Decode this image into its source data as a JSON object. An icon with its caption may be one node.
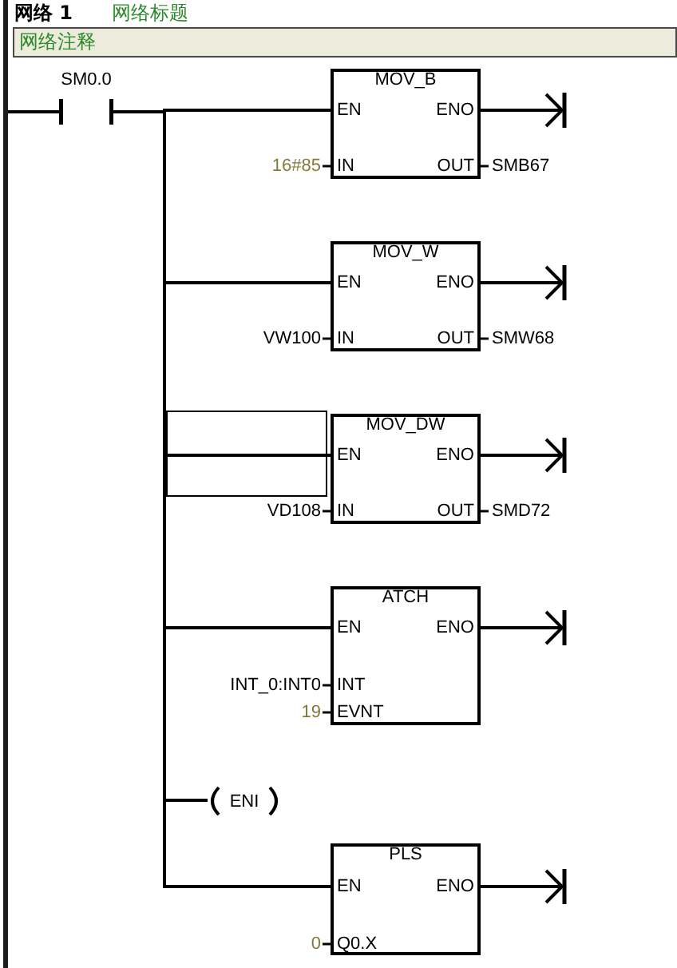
{
  "diagram": {
    "title": "网络 1",
    "nodes": [
      {
        "text": [
          "网络注释"
        ]
      },
      {
        "text": [],
        "shape": "bar"
      },
      {
        "text": [
          "SM0.0"
        ]
      },
      {
        "text": [
          "MOV_B",
          "EN",
          "ENO",
          "IN",
          "OUT"
        ],
        "beside": [
          "16#85",
          "SMB67"
        ]
      },
      {
        "text": [
          "MOV_W",
          "EN",
          "ENO",
          "IN",
          "OUT"
        ],
        "beside": [
          "VW100",
          "SMW68"
        ]
      },
      {
        "text": [
          "MOV_DW",
          "EN",
          "ENO",
          "IN",
          "OUT"
        ],
        "beside": [
          "VD108",
          "SMD72"
        ]
      },
      {
        "text": [
          "ATCH",
          "EN",
          "ENO",
          "INT",
          "EVNT"
        ],
        "beside": [
          "INT_0:INT0",
          "19"
        ]
      },
      {
        "text": [
          "ENI"
        ]
      },
      {
        "text": [
          "PLS",
          "EN",
          "ENO",
          "Q0.X"
        ],
        "beside": [
          "0"
        ]
      }
    ],
    "edges": [
      {
        "from": 1,
        "to": 2,
        "arrow": "none"
      },
      {
        "from": 2,
        "to": 3,
        "arrow": "none"
      },
      {
        "from": 2,
        "to": 4,
        "arrow": "none"
      },
      {
        "from": 2,
        "to": 5,
        "arrow": "none"
      },
      {
        "from": 2,
        "to": 6,
        "arrow": "none"
      },
      {
        "from": 2,
        "to": 7,
        "arrow": "none"
      },
      {
        "from": 2,
        "to": 8,
        "arrow": "none"
      },
      {
        "from": 3,
        "to": null,
        "arrow": "to"
      },
      {
        "from": 4,
        "to": null,
        "arrow": "to"
      },
      {
        "from": 5,
        "to": null,
        "arrow": "to"
      },
      {
        "from": 6,
        "to": null,
        "arrow": "to"
      },
      {
        "from": 8,
        "to": null,
        "arrow": "to"
      }
    ],
    "labels": [
      "网络标题"
    ]
  }
}
